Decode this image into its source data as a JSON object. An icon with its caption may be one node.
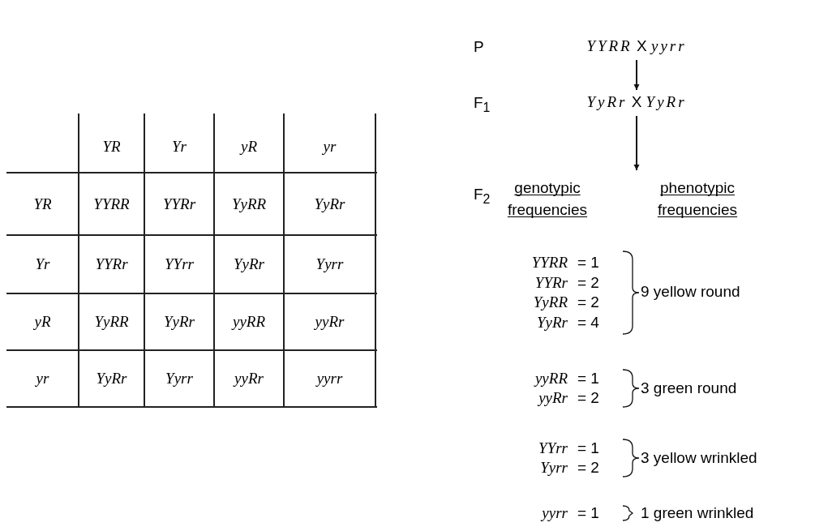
{
  "diagram": {
    "nodes": [
      {
        "text": [
          "*YYRR* X *yyrr*"
        ]
      },
      {
        "text": [
          "*YyRr* X *YyRr*"
        ]
      },
      {
        "text": [
          "genotypic frequencies",
          "phenotypic frequencies"
        ],
        "beside": [
          "F$_{2}$"
        ]
      }
    ],
    "edges": [
      {
        "from": 0,
        "to": 1,
        "arrow": "to"
      },
      {
        "from": 1,
        "to": 2,
        "arrow": "to"
      }
    ],
    "labels": [
      "P",
      "F$_{1}$",
      "YR",
      "Yr",
      "yR",
      "yr",
      "YR",
      "YYRR",
      "YYRr",
      "YyRR",
      "YyRr",
      "Yr",
      "YYRr",
      "YYrr",
      "YyRr",
      "Yyrr",
      "yR",
      "YyRR",
      "YyRr",
      "yyRR",
      "yyRr",
      "yr",
      "YyRr",
      "Yyrr",
      "yyRr",
      "yyrr",
      "YYRR",
      "= 1",
      "YYRr",
      "= 2",
      "YyRR",
      "= 2",
      "YyRr",
      "= 4",
      "9 yellow round",
      "yyRR",
      "= 1",
      "yyRr",
      "= 2",
      "3 green round",
      "YYrr",
      "= 1",
      "Yyrr",
      "= 2",
      "3 yellow wrinkled",
      "yyrr",
      "= 1",
      "1 green wrinkled"
    ]
  }
}
